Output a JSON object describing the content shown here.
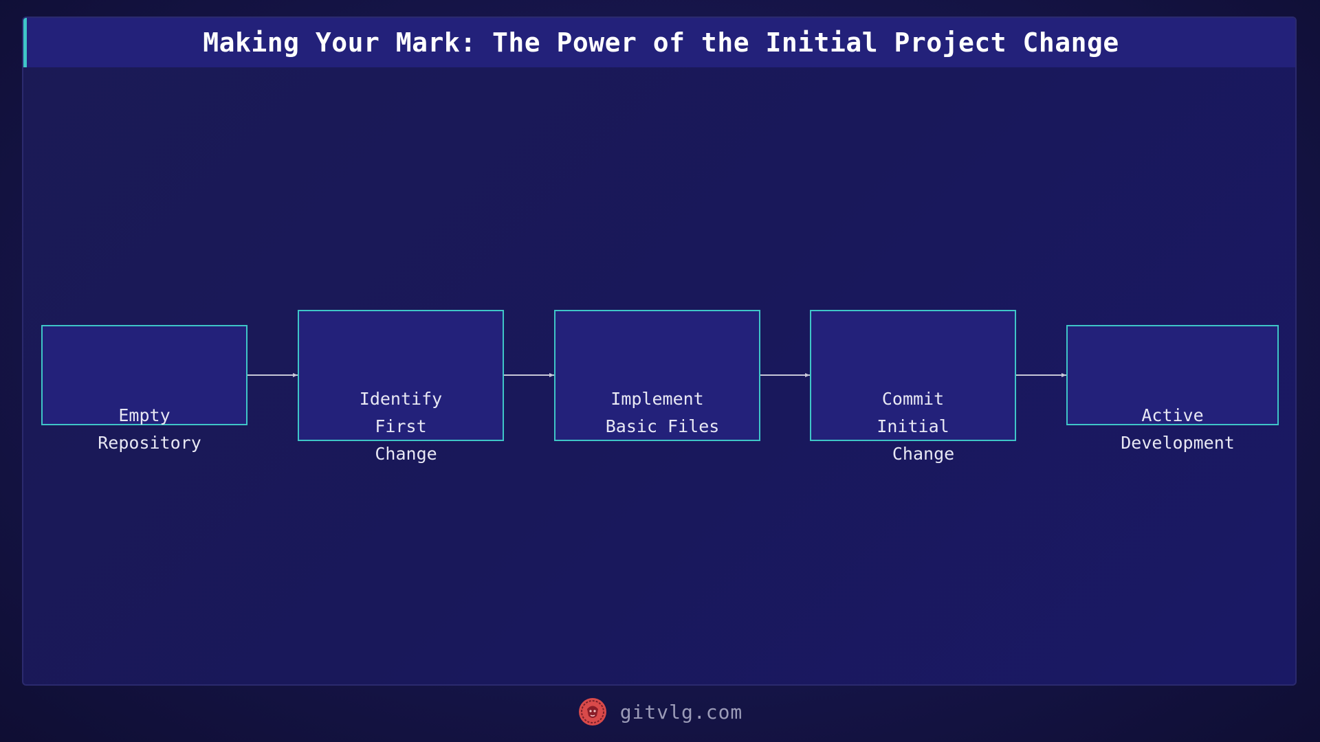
{
  "header": {
    "title": "Making Your Mark: The Power of the Initial Project Change"
  },
  "flow": {
    "steps": [
      {
        "label": "Empty\n Repository"
      },
      {
        "label": "Identify\nFirst\n Change"
      },
      {
        "label": "Implement\n Basic Files"
      },
      {
        "label": "Commit\nInitial\n  Change"
      },
      {
        "label": "Active\n Development"
      }
    ]
  },
  "footer": {
    "brand": "gitvlg.com",
    "logo_icon": "lion-icon"
  },
  "colors": {
    "background": "#16154a",
    "card": "#1b1a55",
    "title_bar": "#23217a",
    "accent": "#3fc6c8",
    "node_fill": "#23217a",
    "arrow": "#c8c8d8",
    "logo": "#d94a4a"
  }
}
